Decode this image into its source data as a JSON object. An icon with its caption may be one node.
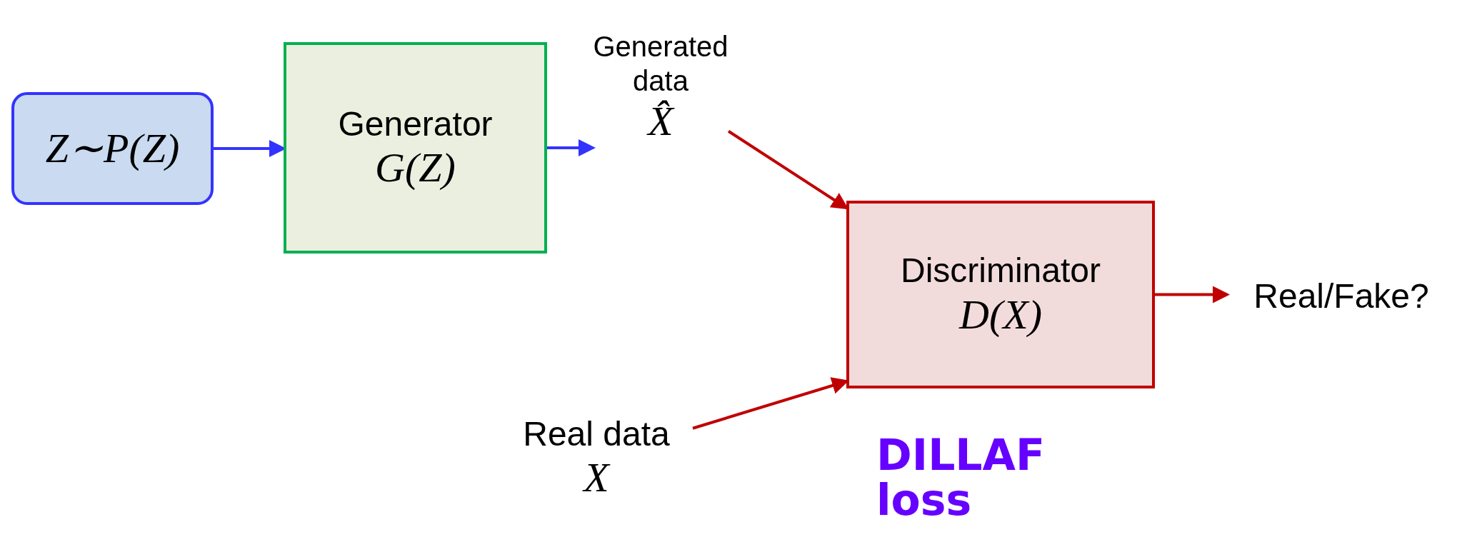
{
  "diagram": {
    "nodes": [
      {
        "text": [
          "Z∼P(Z)"
        ]
      },
      {
        "text": [
          "Generator",
          "G(Z)"
        ]
      },
      {
        "text": [
          "Generated data",
          "X̂"
        ]
      },
      {
        "text": [
          "Discriminator",
          "D(X)"
        ]
      },
      {
        "text": [
          "Real/Fake?"
        ]
      },
      {
        "text": [
          "Real data",
          "X"
        ]
      }
    ],
    "edges": [
      {
        "from": 0,
        "to": 1,
        "arrow": "to",
        "color": "#3333ff"
      },
      {
        "from": 1,
        "to": 2,
        "arrow": "to",
        "color": "#3333ff"
      },
      {
        "from": 2,
        "to": 3,
        "arrow": "to"
      },
      {
        "from": 5,
        "to": 3,
        "arrow": "to"
      },
      {
        "from": 3,
        "to": 4,
        "arrow": "to"
      }
    ],
    "labels": [
      "DILLAF loss"
    ]
  }
}
